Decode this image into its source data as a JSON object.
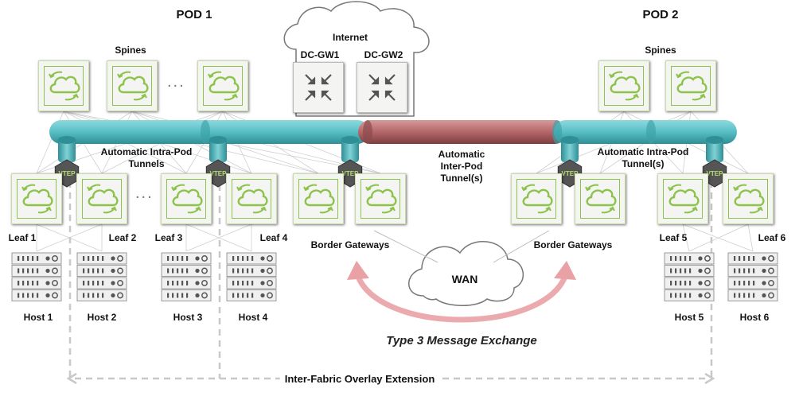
{
  "pods": {
    "pod1": "POD 1",
    "pod2": "POD 2"
  },
  "internet": {
    "label": "Internet",
    "gw1": "DC-GW1",
    "gw2": "DC-GW2"
  },
  "spines": {
    "left_label": "Spines",
    "right_label": "Spines"
  },
  "tunnels": {
    "intra_left": [
      "Automatic Intra-Pod",
      "Tunnels"
    ],
    "intra_right": [
      "Automatic Intra-Pod",
      "Tunnel(s)"
    ],
    "inter": [
      "Automatic",
      "Inter-Pod",
      "Tunnel(s)"
    ]
  },
  "vtep_label": "VTEP",
  "leaves": [
    "Leaf 1",
    "Leaf 2",
    "Leaf 3",
    "Leaf 4",
    "Leaf 5",
    "Leaf 6"
  ],
  "hosts": [
    "Host 1",
    "Host 2",
    "Host 3",
    "Host 4",
    "Host 5",
    "Host 6"
  ],
  "border_gateways": {
    "left": "Border Gateways",
    "right": "Border Gateways"
  },
  "wan": "WAN",
  "message_exchange": "Type 3 Message Exchange",
  "overlay_extension": "Inter-Fabric Overlay Extension",
  "ellipsis": "...",
  "colors": {
    "tube_teal": "#5bc2c8",
    "tube_red": "#b86a6c",
    "switch_green": "#8cc34a",
    "vtep_hex": "#555555",
    "arrow_pink": "#e9a1a5",
    "dashed_gray": "#c8c8c8"
  }
}
